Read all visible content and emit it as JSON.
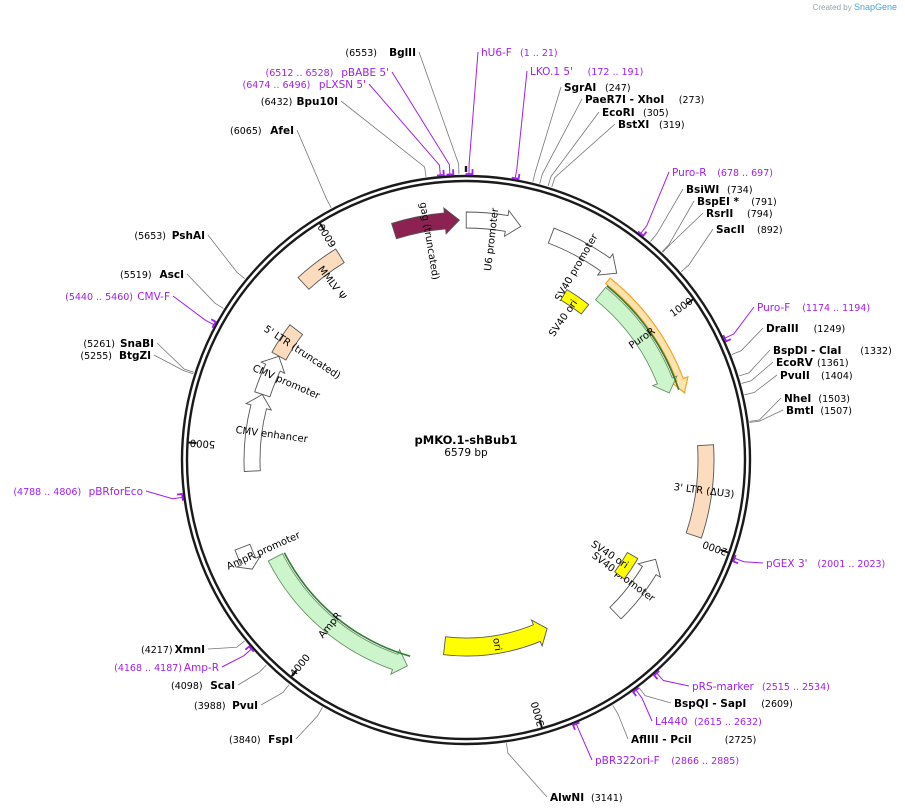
{
  "credit": {
    "created_by": "Created by",
    "brand": "SnapGene"
  },
  "plasmid": {
    "name": "pMKO.1-shBub1",
    "length": 6579,
    "length_label": "6579 bp"
  },
  "ticks": [
    {
      "pos": 1000,
      "label": "1000"
    },
    {
      "pos": 2000,
      "label": "2000"
    },
    {
      "pos": 3000,
      "label": "3000"
    },
    {
      "pos": 4000,
      "label": "4000"
    },
    {
      "pos": 5000,
      "label": "5000"
    },
    {
      "pos": 6000,
      "label": "6000"
    }
  ],
  "colors": {
    "backbone": "#1a1a1a",
    "primer": "#a020f0",
    "gag": "#8b2252",
    "ori": "#ffff00",
    "sv40_ori": "#ffff00",
    "resistance": "#ccf5cc",
    "ltr": "#fbdcbf",
    "promoter": "#ffffff",
    "puro_highlight": "#f5a623",
    "resistance_edge": "#2e7d32"
  },
  "features": [
    {
      "name": "gag-truncated",
      "label": "gag (truncated)",
      "start": 6260,
      "end": 6550,
      "ring": 0,
      "type": "gag",
      "dir": 1
    },
    {
      "name": "u6-promoter",
      "label": "U6 promoter",
      "start": 1,
      "end": 241,
      "ring": 0,
      "type": "promoter",
      "dir": 1
    },
    {
      "name": "sv40-promoter-1",
      "label": "SV40 promoter",
      "start": 380,
      "end": 711,
      "ring": 0,
      "type": "promoter",
      "dir": 1
    },
    {
      "name": "puror",
      "label": "PuroR",
      "start": 712,
      "end": 1311,
      "ring": 1,
      "type": "resistance",
      "dir": 1
    },
    {
      "name": "sv40-ori-1",
      "label": "SV40 ori",
      "start": 560,
      "end": 700,
      "ring": 3,
      "type": "sv40",
      "dir": 0
    },
    {
      "name": "ltr-3",
      "label": "3' LTR (ΔU3)",
      "start": 1580,
      "end": 1980,
      "ring": 0,
      "type": "ltr",
      "dir": 0
    },
    {
      "name": "sv40-promoter-2",
      "label": "SV40 promoter",
      "start": 2150,
      "end": 2480,
      "ring": 1,
      "type": "promoter",
      "dir": -1
    },
    {
      "name": "sv40-ori-2",
      "label": "SV40 ori",
      "start": 2190,
      "end": 2320,
      "ring": 3,
      "type": "sv40",
      "dir": 0
    },
    {
      "name": "ori",
      "label": "ori",
      "start": 2820,
      "end": 3410,
      "ring": 2,
      "type": "ori",
      "dir": -1
    },
    {
      "name": "ampr",
      "label": "AmpR",
      "start": 3580,
      "end": 4440,
      "ring": 1,
      "type": "resistance",
      "dir": -1
    },
    {
      "name": "ampr-promoter",
      "label": "AmpR promoter",
      "start": 4440,
      "end": 4545,
      "ring": 0,
      "type": "promoter",
      "dir": -1
    },
    {
      "name": "cmv-enhancer",
      "label": "CMV enhancer",
      "start": 4880,
      "end": 5260,
      "ring": 1,
      "type": "promoter",
      "dir": 1
    },
    {
      "name": "cmv-promoter",
      "label": "CMV promoter",
      "start": 5261,
      "end": 5464,
      "ring": 1,
      "type": "promoter",
      "dir": 1
    },
    {
      "name": "ltr-5",
      "label": "5' LTR (truncated)",
      "start": 5465,
      "end": 5620,
      "ring": 1,
      "type": "ltr",
      "dir": 0
    },
    {
      "name": "mmlv-psi",
      "label": "MMLV Ψ",
      "start": 5800,
      "end": 6000,
      "ring": 0,
      "type": "ltr",
      "dir": 0
    }
  ],
  "enzymes": [
    {
      "name": "BglII",
      "pos_label": "(6553)",
      "bp": 6553
    },
    {
      "name": "Bpu10I",
      "pos_label": "(6432)",
      "bp": 6432
    },
    {
      "name": "AfeI",
      "pos_label": "(6065)",
      "bp": 6065
    },
    {
      "name": "PshAI",
      "pos_label": "(5653)",
      "bp": 5653
    },
    {
      "name": "AscI",
      "pos_label": "(5519)",
      "bp": 5519
    },
    {
      "name": "SnaBI",
      "pos_label": "(5261)",
      "bp": 5261
    },
    {
      "name": "BtgZI",
      "pos_label": "(5255)",
      "bp": 5255
    },
    {
      "name": "XmnI",
      "pos_label": "(4217)",
      "bp": 4217
    },
    {
      "name": "ScaI",
      "pos_label": "(4098)",
      "bp": 4098
    },
    {
      "name": "PvuI",
      "pos_label": "(3988)",
      "bp": 3988
    },
    {
      "name": "FspI",
      "pos_label": "(3840)",
      "bp": 3840
    },
    {
      "name": "AlwNI",
      "pos_label": "(3141)",
      "bp": 3141
    },
    {
      "name": "AflIII - PciI",
      "pos_label": "(2725)",
      "bp": 2725
    },
    {
      "name": "BspQI - SapI",
      "pos_label": "(2609)",
      "bp": 2609
    },
    {
      "name": "NheI",
      "pos_label": "(1503)",
      "bp": 1503
    },
    {
      "name": "BmtI",
      "pos_label": "(1507)",
      "bp": 1507
    },
    {
      "name": "PvuII",
      "pos_label": "(1404)",
      "bp": 1404
    },
    {
      "name": "EcoRV",
      "pos_label": "(1361)",
      "bp": 1361
    },
    {
      "name": "BspDI - ClaI",
      "pos_label": "(1332)",
      "bp": 1332
    },
    {
      "name": "DraIII",
      "pos_label": "(1249)",
      "bp": 1249
    },
    {
      "name": "SacII",
      "pos_label": "(892)",
      "bp": 892
    },
    {
      "name": "RsrII",
      "pos_label": "(794)",
      "bp": 794
    },
    {
      "name": "BspEI *",
      "pos_label": "(791)",
      "bp": 791
    },
    {
      "name": "BsiWI",
      "pos_label": "(734)",
      "bp": 734
    },
    {
      "name": "BstXI",
      "pos_label": "(319)",
      "bp": 319
    },
    {
      "name": "EcoRI",
      "pos_label": "(305)",
      "bp": 305
    },
    {
      "name": "PaeR7I - XhoI",
      "pos_label": "(273)",
      "bp": 273
    },
    {
      "name": "SgrAI",
      "pos_label": "(247)",
      "bp": 247
    }
  ],
  "primers": [
    {
      "name": "hU6-F",
      "pos_label": "(1 .. 21)",
      "bp": 11
    },
    {
      "name": "pBABE 5'",
      "pos_label": "(6512 .. 6528)",
      "bp": 6520
    },
    {
      "name": "pLXSN 5'",
      "pos_label": "(6474 .. 6496)",
      "bp": 6485
    },
    {
      "name": "LKO.1 5'",
      "pos_label": "(172 .. 191)",
      "bp": 181
    },
    {
      "name": "Puro-R",
      "pos_label": "(678 .. 697)",
      "bp": 688
    },
    {
      "name": "Puro-F",
      "pos_label": "(1174 .. 1194)",
      "bp": 1184
    },
    {
      "name": "pGEX 3'",
      "pos_label": "(2001 .. 2023)",
      "bp": 2012
    },
    {
      "name": "pRS-marker",
      "pos_label": "(2515 .. 2534)",
      "bp": 2525
    },
    {
      "name": "L4440",
      "pos_label": "(2615 .. 2632)",
      "bp": 2623
    },
    {
      "name": "pBR322ori-F",
      "pos_label": "(2866 .. 2885)",
      "bp": 2875
    },
    {
      "name": "pBRforEco",
      "pos_label": "(4788 .. 4806)",
      "bp": 4797
    },
    {
      "name": "Amp-R",
      "pos_label": "(4168 .. 4187)",
      "bp": 4178
    },
    {
      "name": "CMV-F",
      "pos_label": "(5440 .. 5460)",
      "bp": 5450
    }
  ]
}
